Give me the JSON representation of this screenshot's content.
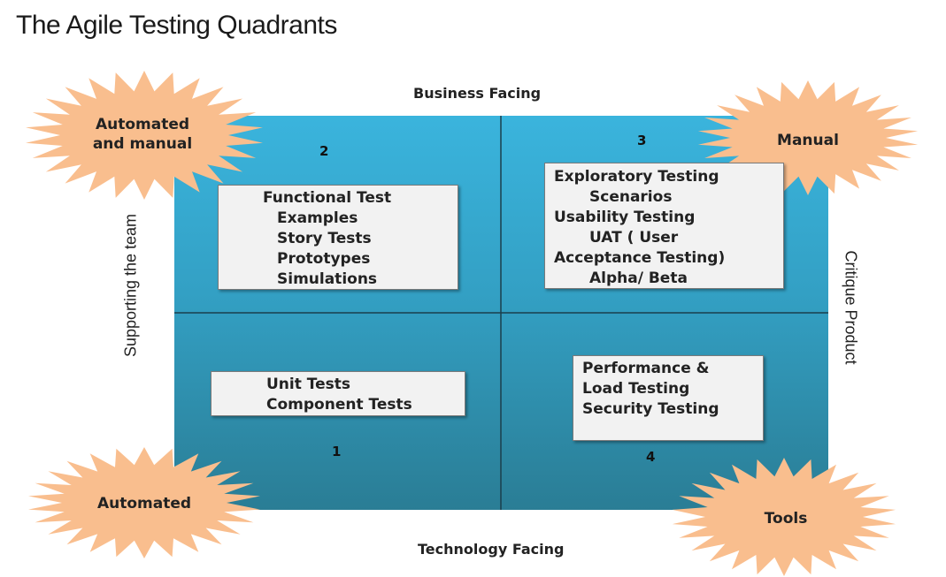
{
  "title": "The Agile Testing Quadrants",
  "axes": {
    "top": "Business Facing",
    "bottom": "Technology Facing",
    "left": "Supporting the team",
    "right": "Critique Product"
  },
  "quadrants": {
    "q1": {
      "number": "1",
      "items": [
        "Unit Tests",
        "Component Tests"
      ]
    },
    "q2": {
      "number": "2",
      "items": [
        "Functional Test",
        "Examples",
        "Story Tests",
        "Prototypes",
        "Simulations"
      ]
    },
    "q3": {
      "number": "3",
      "items": [
        "Exploratory Testing",
        "Scenarios",
        "Usability Testing",
        "UAT ( User",
        "Acceptance Testing)",
        "Alpha/ Beta"
      ]
    },
    "q4": {
      "number": "4",
      "items": [
        "Performance &",
        "Load Testing",
        "Security Testing"
      ]
    }
  },
  "bursts": {
    "top_left": [
      "Automated",
      "and manual"
    ],
    "top_right": "Manual",
    "bottom_left": "Automated",
    "bottom_right": "Tools"
  },
  "colors": {
    "grid_top": "#3ab4dd",
    "grid_bottom": "#2a7d95",
    "burst_fill": "#f9be8e",
    "divider": "#1b3f4c",
    "box_fill": "#f2f2f2"
  }
}
